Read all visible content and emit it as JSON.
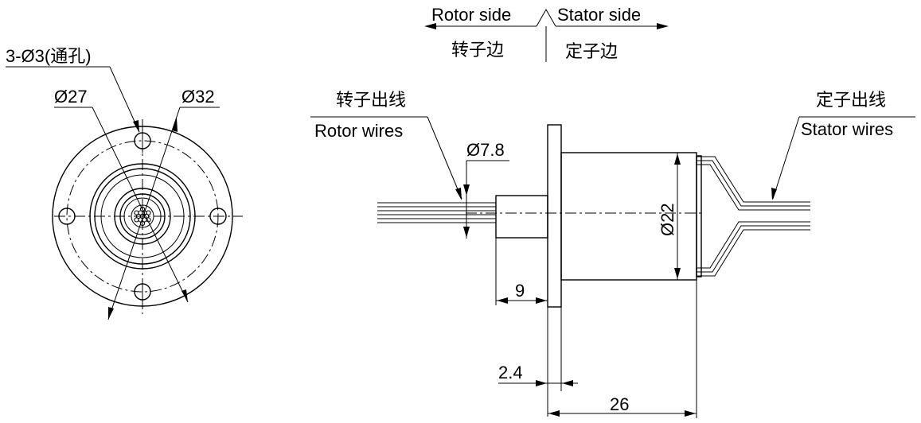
{
  "header": {
    "rotor_side": "Rotor side",
    "stator_side": "Stator side",
    "rotor_side_cn": "转子边",
    "stator_side_cn": "定子边"
  },
  "front_view": {
    "holes_label": "3-Ø3(通孔)",
    "inner_dia_label": "Ø27",
    "outer_dia_label": "Ø32"
  },
  "side_view": {
    "rotor_wires_cn": "转子出线",
    "rotor_wires": "Rotor wires",
    "stator_wires_cn": "定子出线",
    "stator_wires": "Stator wires",
    "shaft_dia_label": "Ø7.8",
    "body_dia_label": "Ø22",
    "dim_shaft_length": "9",
    "dim_flange_thickness": "2.4",
    "dim_total_length": "26"
  }
}
